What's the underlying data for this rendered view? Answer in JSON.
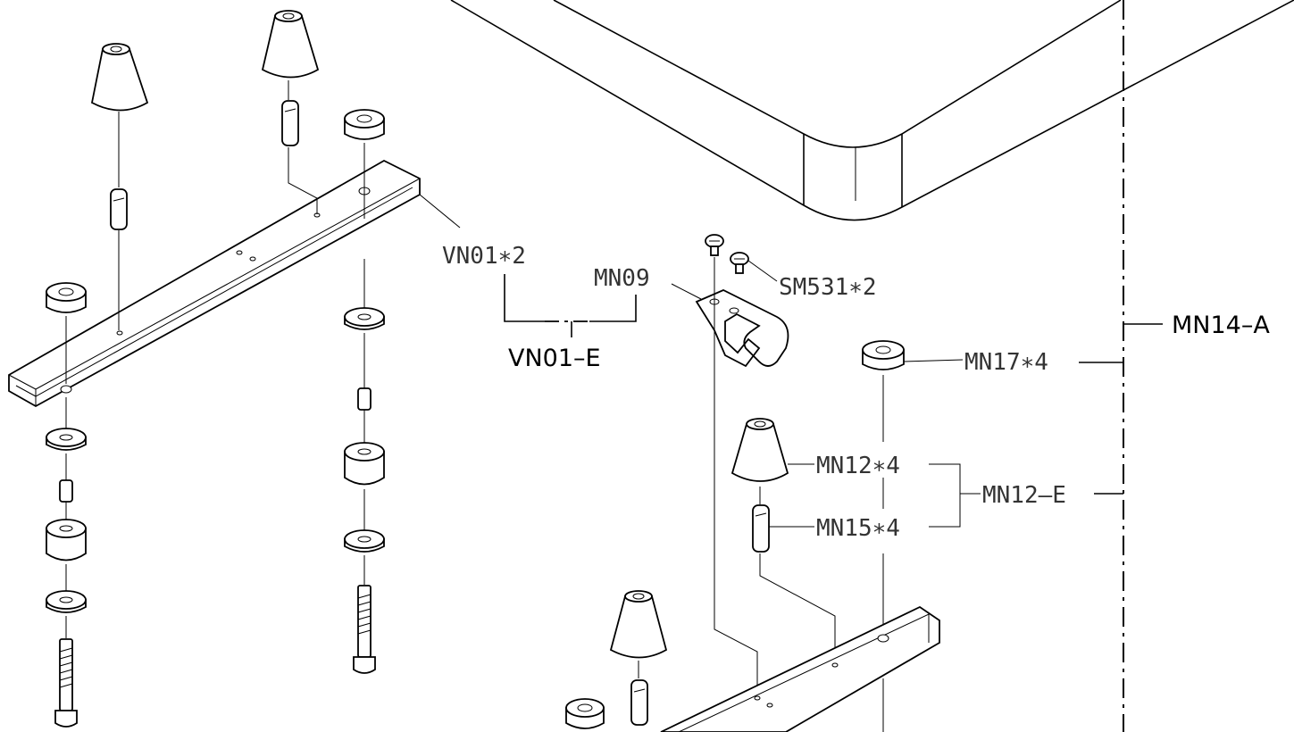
{
  "labels": {
    "vn01x2": "VN01∗2",
    "vn01e": "VN01–E",
    "mn09": "MN09",
    "sm531x2": "SM531∗2",
    "mn14a": "MN14–A",
    "mn17x4": "MN17∗4",
    "mn12x4": "MN12∗4",
    "mn15x4": "MN15∗4",
    "mn12e": "MN12–E"
  }
}
